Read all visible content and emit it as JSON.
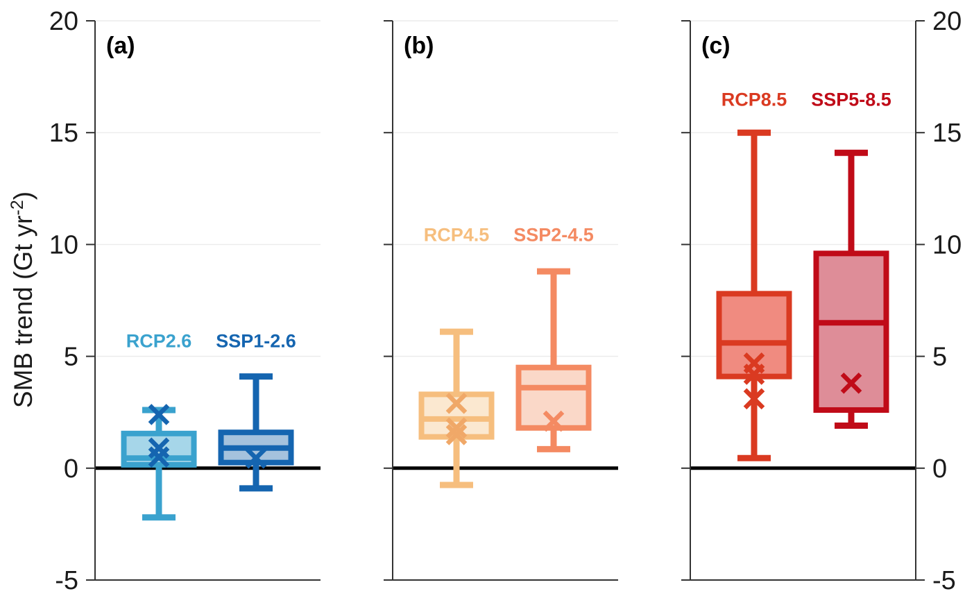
{
  "chart_data": {
    "type": "boxplot",
    "title": "",
    "ylabel": "SMB trend (Gt yr^-2)",
    "ylabel_display": {
      "main": "SMB trend (Gt yr",
      "sup": "-2",
      "close": ")"
    },
    "ylim": [
      -5,
      20
    ],
    "yticks": [
      20,
      15,
      10,
      5,
      0,
      -5
    ],
    "grid": true,
    "grid_color": "#ebebeb",
    "zero_line_color": "#000000",
    "axis_color": "#333333",
    "tick_label_color": "#1a1a1a",
    "panel_letter_color": "#000000",
    "panels": [
      {
        "letter": "(a)",
        "label_y_value": 5.4,
        "right_axis": false,
        "series": [
          {
            "name": "RCP2.6",
            "color": "#3AA2CE",
            "fill": "#A6D6E9",
            "mean_color": "#1565B0",
            "whisker_low": -2.2,
            "q1": 0.15,
            "median": 0.45,
            "q3": 1.55,
            "whisker_high": 2.6,
            "means": [
              2.4,
              0.9,
              0.5
            ]
          },
          {
            "name": "SSP1-2.6",
            "color": "#1565B0",
            "fill": "#A5C2DD",
            "mean_color": "#1565B0",
            "whisker_low": -0.9,
            "q1": 0.25,
            "median": 0.9,
            "q3": 1.6,
            "whisker_high": 4.1,
            "means": [
              0.45
            ]
          }
        ]
      },
      {
        "letter": "(b)",
        "label_y_value": 10.15,
        "right_axis": false,
        "series": [
          {
            "name": "RCP4.5",
            "color": "#F6BE7E",
            "fill": "#FBE8D0",
            "mean_color": "#F0A868",
            "whisker_low": -0.75,
            "q1": 1.4,
            "median": 2.2,
            "q3": 3.3,
            "whisker_high": 6.1,
            "means": [
              2.9,
              1.8,
              1.5
            ]
          },
          {
            "name": "SSP2-4.5",
            "color": "#F48A62",
            "fill": "#FAD8C8",
            "mean_color": "#F48A62",
            "whisker_low": 0.85,
            "q1": 1.8,
            "median": 3.6,
            "q3": 4.5,
            "whisker_high": 8.8,
            "means": [
              2.1
            ]
          }
        ]
      },
      {
        "letter": "(c)",
        "label_y_value": 16.2,
        "right_axis": true,
        "series": [
          {
            "name": "RCP8.5",
            "color": "#DA3A21",
            "fill": "#F08B80",
            "mean_color": "#DA3A21",
            "whisker_low": 0.45,
            "q1": 4.1,
            "median": 5.6,
            "q3": 7.8,
            "whisker_high": 15.0,
            "means": [
              4.7,
              4.2,
              3.1
            ]
          },
          {
            "name": "SSP5-8.5",
            "color": "#C00B18",
            "fill": "#DE8D98",
            "mean_color": "#C00B18",
            "whisker_low": 1.9,
            "q1": 2.6,
            "median": 6.5,
            "q3": 9.6,
            "whisker_high": 14.1,
            "means": [
              3.8
            ]
          }
        ]
      }
    ]
  }
}
